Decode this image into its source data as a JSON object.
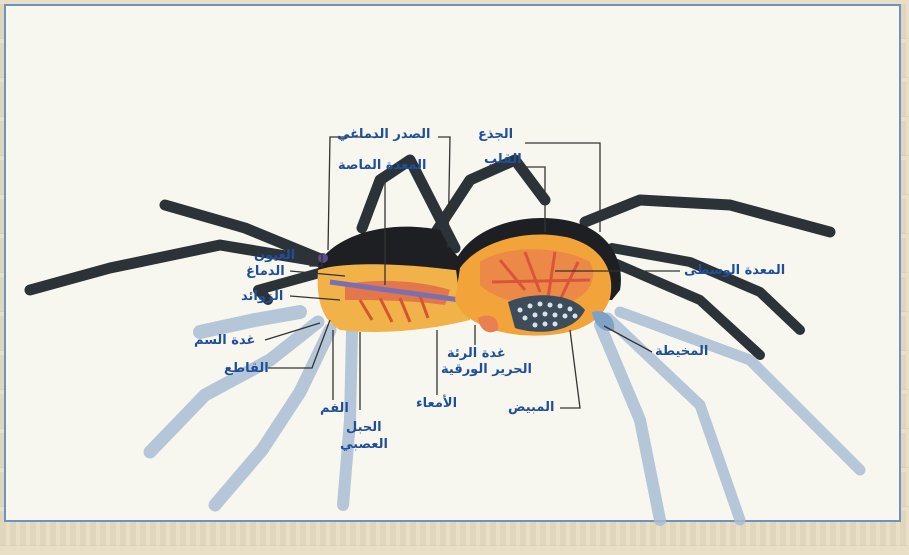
{
  "labels": {
    "brain_thorax": "الصدر الدماغي",
    "trunk": "الجذع",
    "heart": "القلب",
    "sucking_stomach": "المعدة الماصة",
    "eyes": "العيون",
    "brain": "الدماغ",
    "pedipalps": "الزوائد",
    "venom_gland": "غدة السم",
    "chelicera": "القاطع",
    "mouth": "الفم",
    "nerve_cord_1": "الحبل",
    "nerve_cord_2": "العصبي",
    "intestine": "الأمعاء",
    "book_lung_1": "غدة الرئة",
    "book_lung_2": "الحرير الورقية",
    "ovary": "المبيض",
    "midgut": "المعدة الوسطى",
    "spinneret": "المخيطة"
  },
  "colors": {
    "label": "#1f4f9a",
    "frame": "#6f93bf",
    "legs_dark": "#2c3338",
    "legs_pale": "#a9bed4",
    "body_orange": "#f2a33a",
    "body_red": "#e06b4b",
    "carapace": "#1d1f22"
  }
}
